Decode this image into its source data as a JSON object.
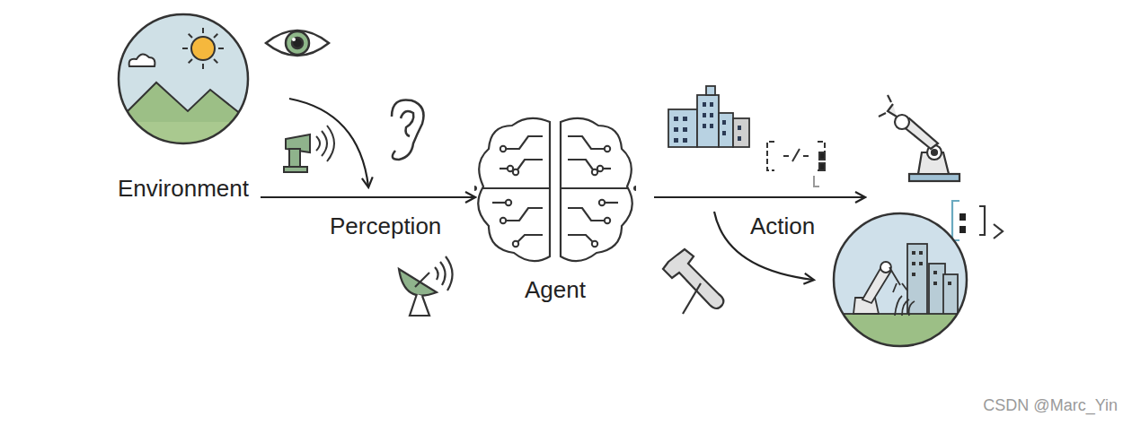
{
  "diagram": {
    "nodes": [
      {
        "text": [
          "Environment"
        ]
      },
      {
        "text": [
          "Agent"
        ]
      }
    ],
    "edges": [
      {
        "from": 0,
        "to": 1,
        "arrow": "to",
        "label": "Perception"
      }
    ],
    "labels": [
      "Action",
      "CSDN @Marc_Yin"
    ]
  }
}
